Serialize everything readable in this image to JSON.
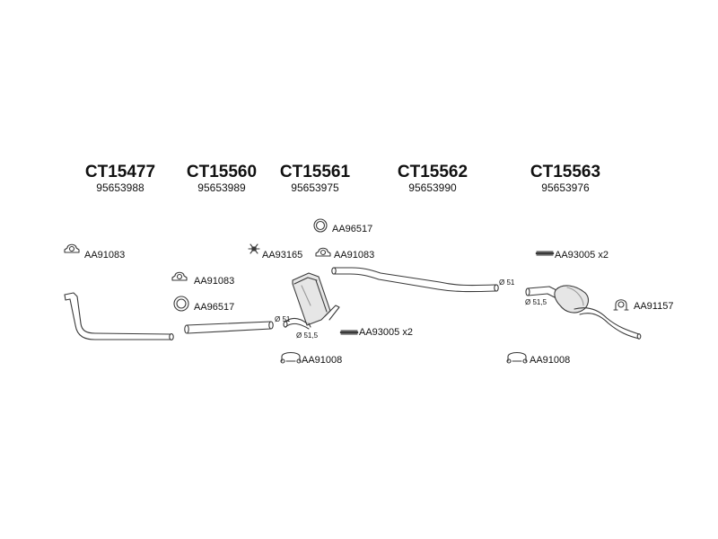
{
  "headers": [
    {
      "code": "CT15477",
      "oem": "95653988"
    },
    {
      "code": "CT15560",
      "oem": "95653989"
    },
    {
      "code": "CT15561",
      "oem": "95653975"
    },
    {
      "code": "CT15562",
      "oem": "95653990"
    },
    {
      "code": "CT15563",
      "oem": "95653976"
    }
  ],
  "labels": {
    "aa96517_top": "AA96517",
    "aa91083_left": "AA91083",
    "aa93165": "AA93165",
    "aa91083_mid": "AA91083",
    "aa93005_right": "AA93005 x2",
    "aa91083_pipe2": "AA91083",
    "aa96517_pipe2": "AA96517",
    "aa91157": "AA91157",
    "aa93005_mid": "AA93005 x2",
    "aa91008_left": "AA91008",
    "aa91008_right": "AA91008"
  },
  "diameters": {
    "d51_a": "Ø 51",
    "d51_5_a": "Ø 51,5",
    "d51_b": "Ø 51",
    "d51_5_b": "Ø 51,5"
  }
}
